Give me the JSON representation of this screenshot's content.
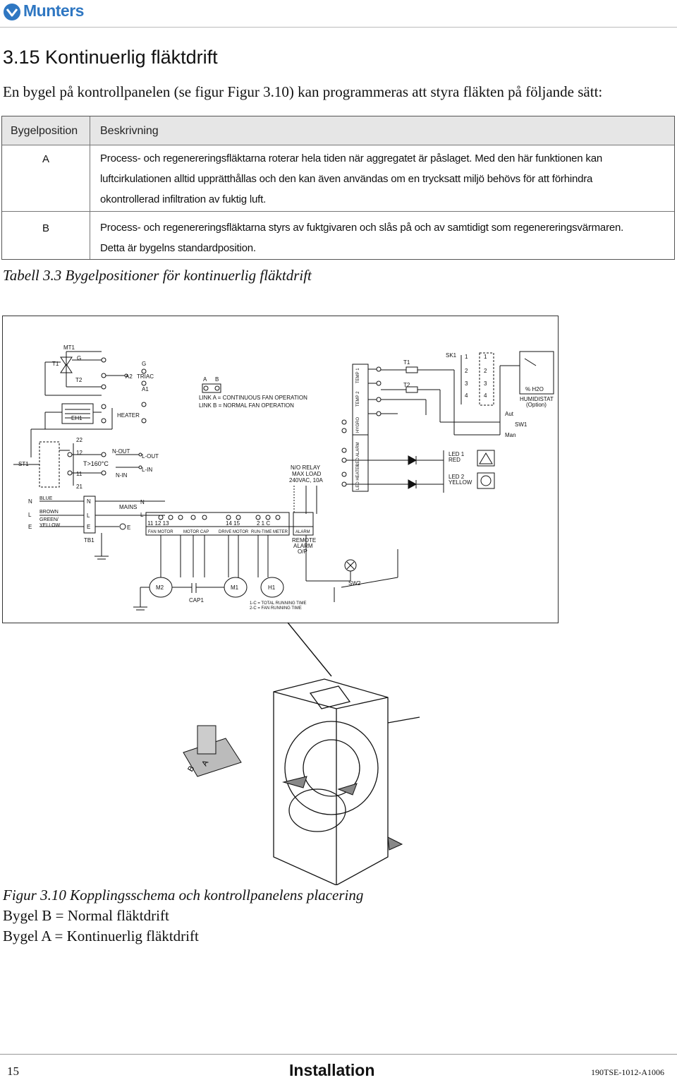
{
  "header": {
    "logo_text": "Munters",
    "brand_color": "#2f77c2"
  },
  "section_title": "3.15 Kontinuerlig fläktdrift",
  "intro": "En bygel på kontrollpanelen (se figur Figur 3.10) kan programmeras att styra fläkten på följande sätt:",
  "table": {
    "headers": [
      "Bygelposition",
      "Beskrivning"
    ],
    "rows": [
      {
        "position": "A",
        "lines": [
          "Process- och regenereringsfläktarna roterar hela tiden när aggregatet är påslaget. Med den här funktionen kan",
          "luftcirkulationen alltid upprätthållas och den kan även användas om en trycksatt miljö behövs för att förhindra",
          "okontrollerad infiltration av fuktig luft."
        ]
      },
      {
        "position": "B",
        "lines": [
          "Process- och regenereringsfläktarna styrs av fuktgivaren och slås på och av samtidigt som regenereringsvärmaren.",
          "Detta är bygelns standardposition."
        ]
      }
    ],
    "caption": "Tabell 3.3 Bygelpositioner för kontinuerlig fläktdrift"
  },
  "wiring": {
    "mt1": "MT1",
    "t1": "T1",
    "t2": "T2",
    "g": "G",
    "a2": "A2",
    "a1": "A1",
    "triac": "TRIAC",
    "heater": "HEATER",
    "eh1": "EH1",
    "link_a": "A",
    "link_b": "B",
    "link_a_text": "LINK A = CONTINUOUS FAN OPERATION",
    "link_b_text": "LINK B = NORMAL FAN OPERATION",
    "temp1": "TEMP 1",
    "temp2": "TEMP 2",
    "hygro": "HYGRO",
    "led_alarm": "LED ALARM",
    "led_heater": "LED HEATER",
    "sk1": "SK1",
    "pct": "% H2O",
    "humidistat": "HUMIDISTAT",
    "option": "(Option)",
    "aut": "Aut",
    "man": "Man",
    "sw1": "SW1",
    "st1": "ST1",
    "t160": "T>160°C",
    "n12": "12",
    "n11": "11",
    "n21": "21",
    "n22": "22",
    "n_out": "N-OUT",
    "n_in": "N-IN",
    "l_out": "L-OUT",
    "l_in": "L-IN",
    "relay1": "N/O RELAY",
    "relay2": "MAX LOAD",
    "relay3": "240VAC, 10A",
    "led1a": "LED 1",
    "led1b": "RED",
    "led2a": "LED 2",
    "led2b": "YELLOW",
    "n": "N",
    "l": "L",
    "e": "E",
    "blue": "BLUE",
    "brown": "BROWN",
    "green": "GREEN/",
    "yellow": "YELLOW",
    "tb1": "TB1",
    "mains": "MAINS",
    "t_fan": "11  12  13",
    "t_drive": "14  15",
    "t_run": "2   1   C",
    "fan_motor": "FAN MOTOR",
    "motor_cap": "MOTOR CAP",
    "drive_motor": "DRIVE MOTOR",
    "run_meter": "RUN-TIME METER",
    "alarm": "ALARM",
    "remote1": "REMOTE",
    "remote2": "ALARM",
    "remote3": "O/P",
    "m2": "M2",
    "m1": "M1",
    "h1": "H1",
    "cap1": "CAP1",
    "sw2": "SW2",
    "rt1": "1-C = TOTAL RUNNING TIME",
    "rt2": "2-C = FAN RUNNING TIME",
    "nums": [
      "1",
      "2",
      "3",
      "4"
    ]
  },
  "figure": {
    "jumper_b": "B",
    "jumper_a": "A"
  },
  "captions": {
    "figure": "Figur 3.10 Kopplingsschema och kontrollpanelens placering",
    "b": "Bygel B = Normal fläktdrift",
    "a": "Bygel A = Kontinuerlig fläktdrift"
  },
  "footer": {
    "page": "15",
    "section": "Installation",
    "doc_id": "190TSE-1012-A1006"
  }
}
